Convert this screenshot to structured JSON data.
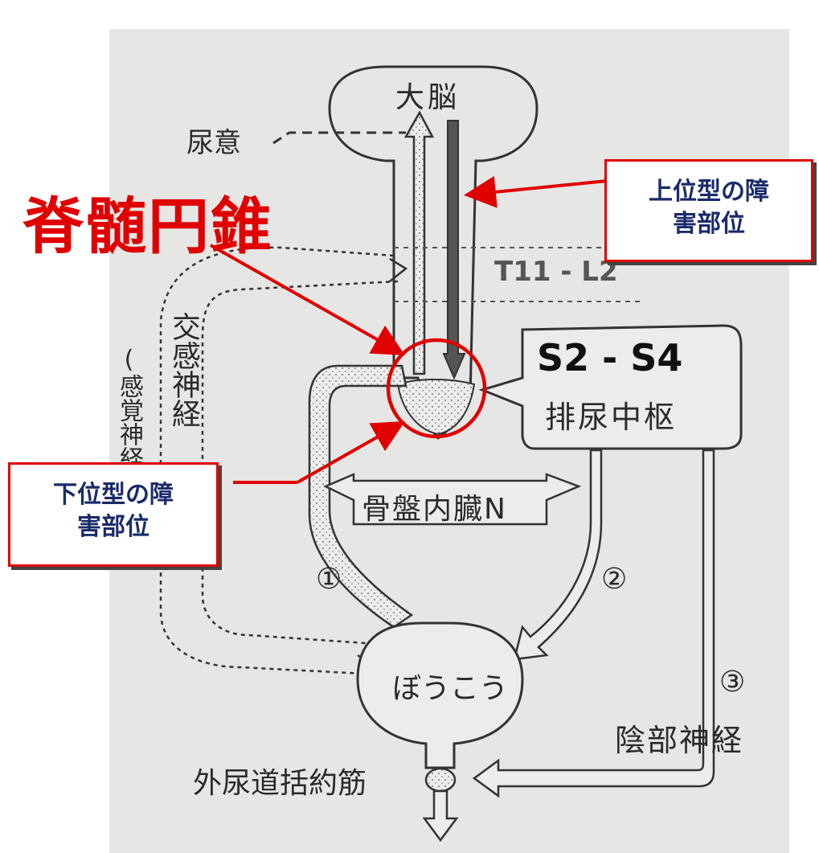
{
  "labels": {
    "brain": "大脳",
    "urge": "尿意",
    "conus": "脊髄円錐",
    "upper_lesion": "上位型の障害部位",
    "upper_lesion_line1": "上位型の障",
    "upper_lesion_line2": "害部位",
    "t11_l2": "T11 - L2",
    "s2_s4": "S2 - S4",
    "micturition_center": "排尿中枢",
    "sympathetic": "交感神経",
    "sensory": "(感覚神経含む)",
    "lower_lesion": "下位型の障害部位",
    "lower_lesion_line1": "下位型の障",
    "lower_lesion_line2": "害部位",
    "pelvic_splanchnic": "骨盤内臓N",
    "circle_1": "①",
    "circle_2": "②",
    "circle_3": "③",
    "bladder": "ぼうこう",
    "pudendal": "陰部神経",
    "sphincter": "外尿道括約筋"
  },
  "colors": {
    "annotation_red": "#e00000",
    "callout_text": "#1a2a6a",
    "ink": "#2a2a2a",
    "paper": "#e6e6e4"
  }
}
